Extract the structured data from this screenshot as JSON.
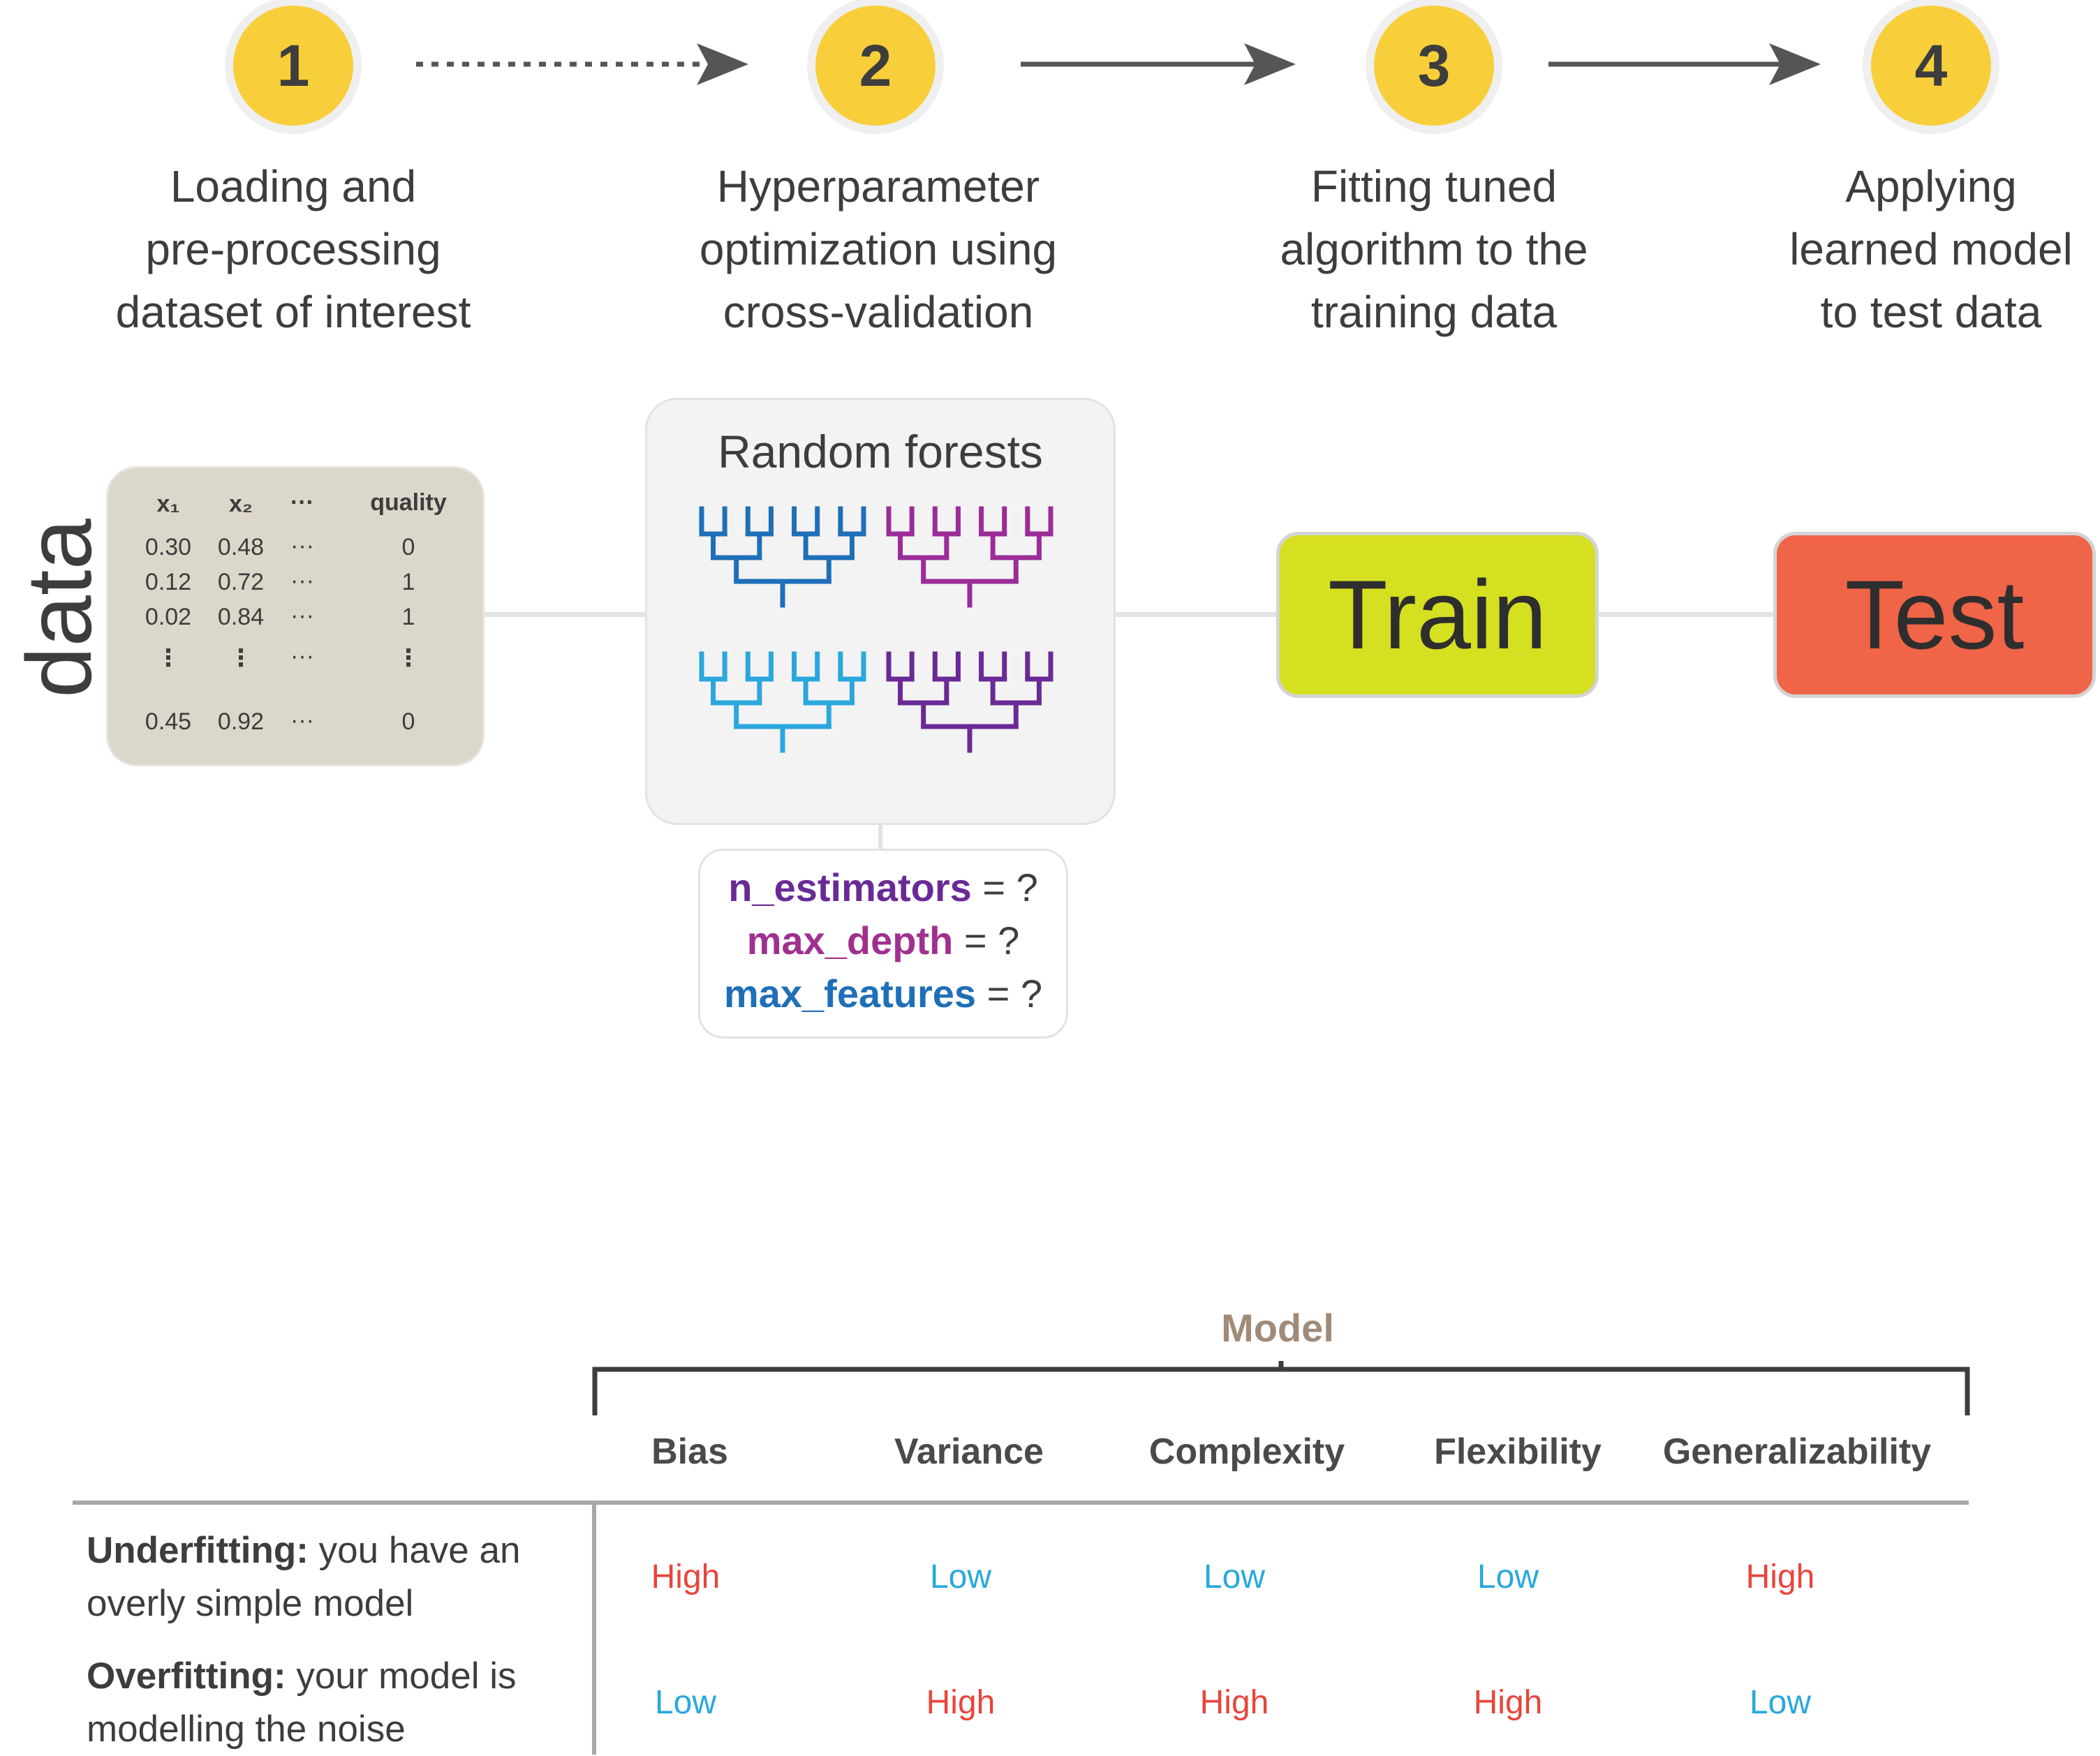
{
  "steps": [
    {
      "number": "1",
      "caption": [
        "Loading and",
        "pre-processing",
        "dataset of interest"
      ]
    },
    {
      "number": "2",
      "caption": [
        "Hyperparameter",
        "optimization using",
        "cross-validation"
      ]
    },
    {
      "number": "3",
      "caption": [
        "Fitting tuned",
        "algorithm to the",
        "training data"
      ]
    },
    {
      "number": "4",
      "caption": [
        "Applying",
        "learned model",
        "to test data"
      ]
    }
  ],
  "data_panel": {
    "side_label": "data",
    "headers": [
      "x₁",
      "x₂",
      "···",
      "quality"
    ],
    "rows": [
      [
        "0.30",
        "0.48",
        "···",
        "0"
      ],
      [
        "0.12",
        "0.72",
        "···",
        "1"
      ],
      [
        "0.02",
        "0.84",
        "···",
        "1"
      ],
      [
        "⋮",
        "⋮",
        "···",
        "⋮"
      ],
      [
        "0.45",
        "0.92",
        "···",
        "0"
      ]
    ]
  },
  "random_forests": {
    "title": "Random forests",
    "tree_colors": [
      "#1f6fb8",
      "#9b2c98",
      "#2aa7dd",
      "#6a2a96"
    ]
  },
  "hyperparameters": [
    {
      "name": "n_estimators",
      "eq": " = ?",
      "color": "#6a2a96"
    },
    {
      "name": "max_depth",
      "eq": " = ?",
      "color": "#a0308f"
    },
    {
      "name": "max_features",
      "eq": " = ?",
      "color": "#1f6fb8"
    }
  ],
  "train": {
    "label": "Train",
    "color": "#d5e021"
  },
  "test": {
    "label": "Test",
    "color": "#f06448"
  },
  "comparison": {
    "group_label": "Model",
    "columns": [
      "Bias",
      "Variance",
      "Complexity",
      "Flexibility",
      "Generalizability"
    ],
    "rows": [
      {
        "term": "Underfitting:",
        "desc": [
          " you have an",
          "overly simple model"
        ],
        "values": [
          "High",
          "Low",
          "Low",
          "Low",
          "High"
        ]
      },
      {
        "term": "Overfitting:",
        "desc": [
          " your model is",
          "modelling the noise"
        ],
        "values": [
          "Low",
          "High",
          "High",
          "High",
          "Low"
        ]
      }
    ],
    "colors": {
      "High": "#e8453c",
      "Low": "#28a8dc"
    }
  }
}
